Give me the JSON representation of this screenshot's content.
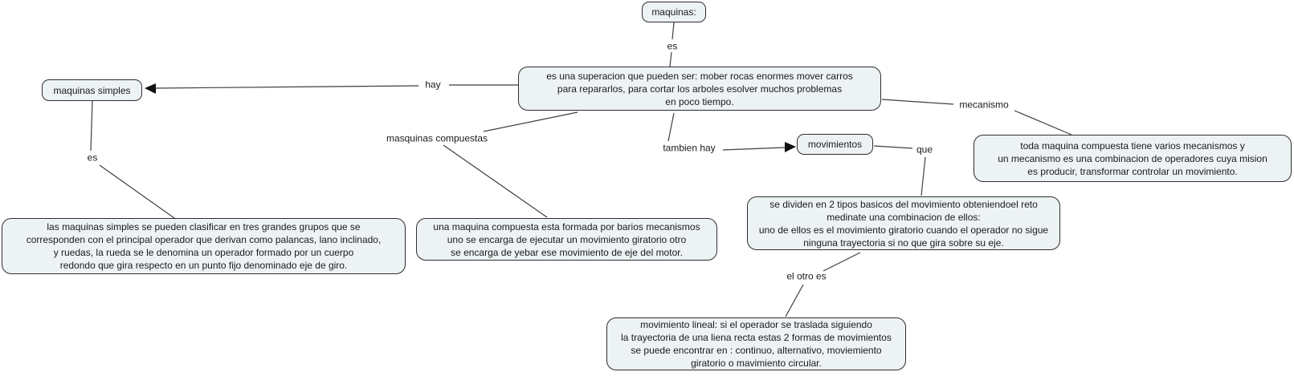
{
  "app": {
    "type": "concept-map",
    "background": "#ffffff",
    "node_fill": "#edf2f5",
    "node_border": "#2e2e2e",
    "line_color": "#3f3f3f"
  },
  "nodes": {
    "maquinas": {
      "text": "maquinas:"
    },
    "superacion": {
      "text": "es una superacion que pueden ser: mober rocas enormes mover carros\npara repararlos, para cortar los arboles esolver muchos problemas\nen poco tiempo."
    },
    "maquinas_simples": {
      "text": "maquinas simples"
    },
    "clasificar": {
      "text": "las maquinas simples se pueden clasificar en tres grandes grupos que se\ncorresponden con el principal operador que derivan como palancas, lano inclinado,\ny ruedas, la rueda se le denomina un operador formado por un cuerpo\nredondo que gira respecto en un punto fijo denominado eje de giro."
    },
    "compuesta": {
      "text": "una maquina compuesta esta formada por barios mecanismos\nuno se encarga de ejecutar un movimiento giratorio otro\nse encarga de yebar ese movimiento de eje del motor."
    },
    "movimientos": {
      "text": "movimientos"
    },
    "mecanismos": {
      "text": "toda maquina compuesta tiene varios mecanismos y\nun mecanismo es una combinacion de operadores cuya mision\nes producir, transformar controlar un movimiento."
    },
    "dividen": {
      "text": "se dividen en 2 tipos basicos del movimiento obteniendoel reto\nmedinate una combinacion de ellos:\nuno de ellos es el movimiento giratorio cuando el operador no sigue\nninguna trayectoria si no que gira sobre su eje."
    },
    "lineal": {
      "text": "movimiento lineal: si el operador se traslada siguiendo\nla trayectoria de una liena recta estas 2 formas de movimientos\nse puede encontrar en : continuo, alternativo, moviemiento\ngiratorio o mavimiento circular."
    }
  },
  "link_labels": {
    "es_top": "es",
    "hay": "hay",
    "es_left": "es",
    "masquinas_compuestas": "masquinas compuestas",
    "tambien_hay": "tambien hay",
    "que": "que",
    "mecanismo": "mecanismo",
    "el_otro_es": "el otro es"
  }
}
